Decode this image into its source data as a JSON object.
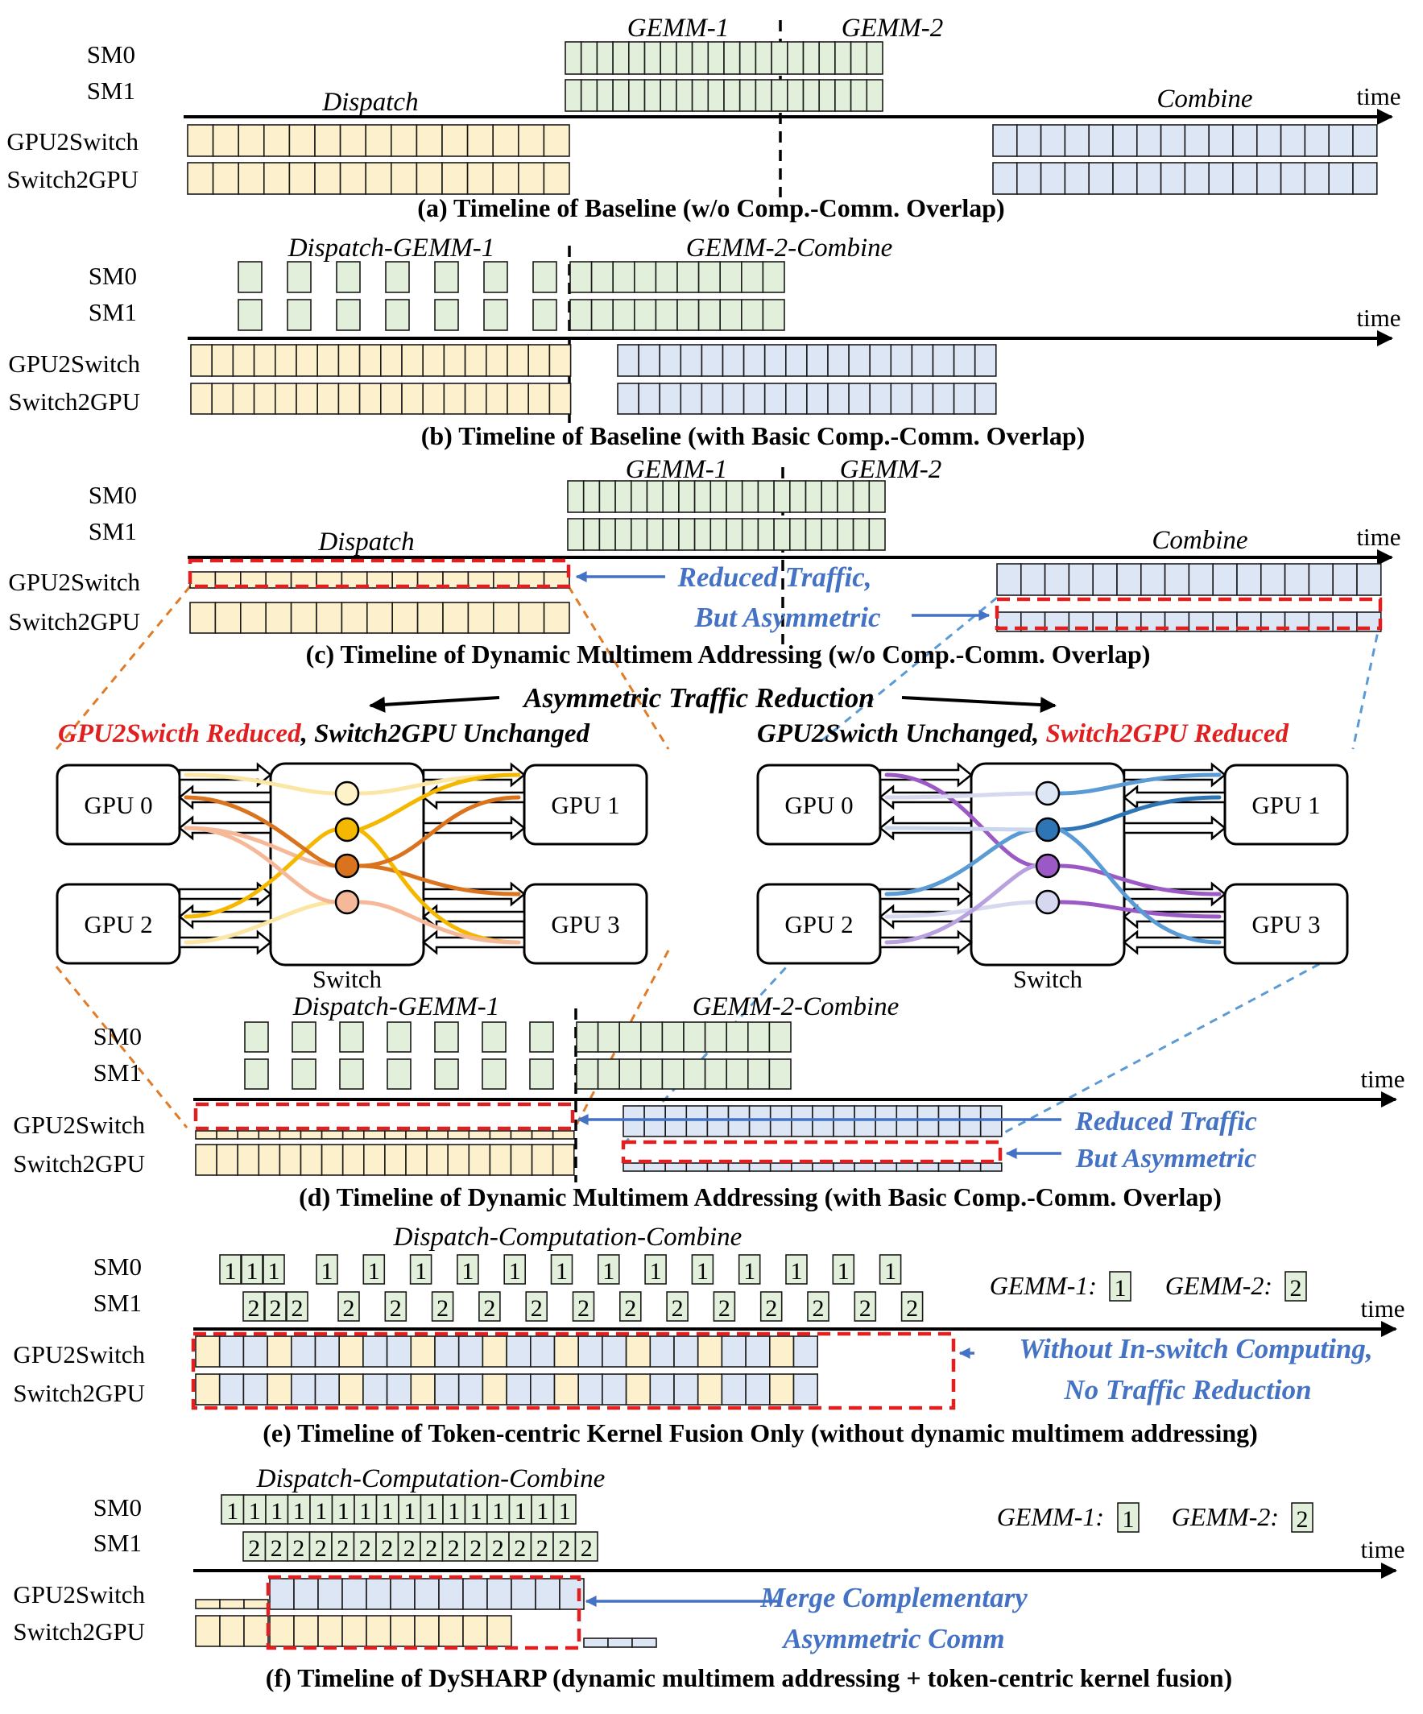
{
  "colors": {
    "dispatch_fill": "#fdf0cc",
    "combine_fill": "#dce6f4",
    "gemm_fill": "#e2efda",
    "cell_stroke": "#1a1a1a",
    "highlight_red": "#e02020",
    "note_blue": "#4472c4",
    "dash_orange": "#e07b27",
    "dash_blue": "#5b9bd5",
    "axis": "#000000"
  },
  "labels": {
    "sm0": "SM0",
    "sm1": "SM1",
    "gpu2switch": "GPU2Switch",
    "switch2gpu": "Switch2GPU",
    "time": "time",
    "dispatch": "Dispatch",
    "combine": "Combine",
    "gemm1": "GEMM-1",
    "gemm2": "GEMM-2",
    "dispatch_gemm1": "Dispatch-GEMM-1",
    "gemm2_combine": "GEMM-2-Combine",
    "dispatch_computation_combine": "Dispatch-Computation-Combine",
    "gemm1_legend": "GEMM-1:",
    "gemm2_legend": "GEMM-2:",
    "token_1": "1",
    "token_2": "2"
  },
  "captions": {
    "a": "(a) Timeline of Baseline (w/o Comp.-Comm. Overlap)",
    "b": "(b) Timeline of Baseline (with Basic Comp.-Comm. Overlap)",
    "c": "(c) Timeline of Dynamic Multimem Addressing (w/o Comp.-Comm. Overlap)",
    "d": "(d) Timeline of Dynamic Multimem Addressing (with Basic Comp.-Comm. Overlap)",
    "e": "(e) Timeline of Token-centric Kernel Fusion Only (without dynamic multimem addressing)",
    "f": "(f) Timeline of DySHARP (dynamic multimem addressing + token-centric kernel fusion)"
  },
  "notes": {
    "reduced_traffic_c": "Reduced Traffic,",
    "but_asymmetric_c": "But Asymmetric",
    "reduced_traffic_d": "Reduced Traffic",
    "but_asymmetric_d": "But Asymmetric",
    "without_in_switch": "Without In-switch Computing,",
    "no_traffic_reduction": "No Traffic Reduction",
    "merge_complementary": "Merge Complementary",
    "asymmetric_comm": "Asymmetric Comm"
  },
  "middle": {
    "asymmetric_title": "Asymmetric Traffic Reduction",
    "left_red": "GPU2Swicth Reduced",
    "left_black": ", Switch2GPU Unchanged",
    "right_black": "GPU2Swicth Unchanged, ",
    "right_red": "Switch2GPU Reduced",
    "gpu0": "GPU 0",
    "gpu1": "GPU 1",
    "gpu2": "GPU 2",
    "gpu3": "GPU 3",
    "switch": "Switch"
  }
}
